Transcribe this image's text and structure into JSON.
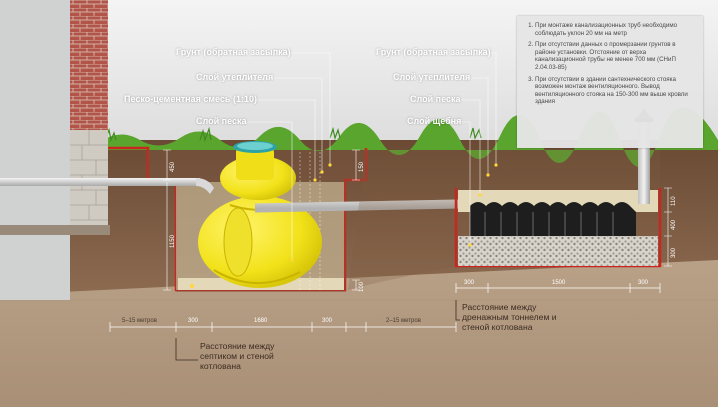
{
  "labels": {
    "left_ground": "Грунт (обратная засыпка)",
    "left_insulation": "Слой утеплителя",
    "left_sand_cement": "Песко-цементная смесь (1:10)",
    "left_sand": "Слой песка",
    "right_ground": "Грунт (обратная засыпка)",
    "right_insulation": "Слой утеплителя",
    "right_sand": "Слой песка",
    "right_gravel": "Слой щебня"
  },
  "notes": [
    "При монтаже канализационных труб необходимо соблюдать уклон 20 мм на метр",
    "При отсутствии данных о промерзании грунтов в районе установки. Отстояние от верха канализационной трубы не менее 700 мм (СНиП 2.04.03-85)",
    "При отсутствии в здании сантехнического стояка возможен монтаж вентиляционного. Вывод вентиляционного стояка на 150-300 мм выше кровли здания"
  ],
  "dimensions": {
    "left_top": "450",
    "left_height": "1150",
    "left_side_top": "150",
    "left_bottom": "100",
    "right_top": "110",
    "right_mid": "400",
    "right_bottom": "300",
    "w_300_a": "300",
    "w_1680": "1680",
    "w_300_b": "300",
    "r_300_a": "300",
    "r_1500": "1500",
    "r_300_b": "300",
    "dist_house": "5–15 метров",
    "dist_tunnel": "2–15 метров"
  },
  "captions": {
    "septic_wall": "Расстояние между септиком и стеной котлована",
    "tunnel_wall": "Расстояние между дренажным тоннелем и стеной котлована"
  },
  "colors": {
    "grass": "#5aa52e",
    "soil": "#8c6a4e",
    "sand": "#e3d8b8",
    "pit_edge": "#c8261e",
    "tank": "#f2e21a",
    "brick": "#b8554a"
  }
}
